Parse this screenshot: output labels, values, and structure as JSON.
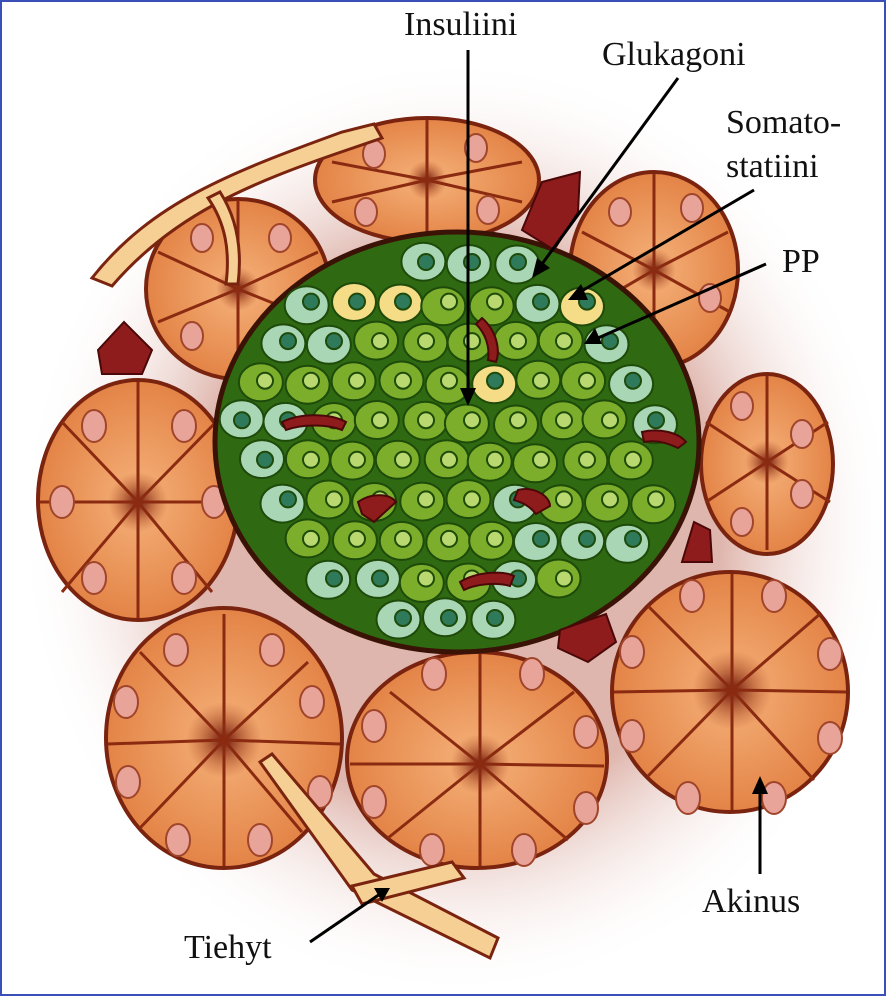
{
  "labels": {
    "insulin": "Insuliini",
    "glucagon": "Glukagoni",
    "somatostatin_1": "Somato-",
    "somatostatin_2": "statiini",
    "pp": "PP",
    "acinus": "Akinus",
    "duct": "Tiehyt"
  },
  "colors": {
    "frame": "#3b4fb8",
    "acinus_fill": "#e8894a",
    "acinus_dark": "#8a2a10",
    "islet_bg": "#2f6a12",
    "insulin_cell": "#7cae2c",
    "glucagon_cell": "#a9d6b4",
    "somatostatin_cell": "#f5dc86",
    "duct": "#f6cf94",
    "capillary": "#8f1c1c"
  }
}
